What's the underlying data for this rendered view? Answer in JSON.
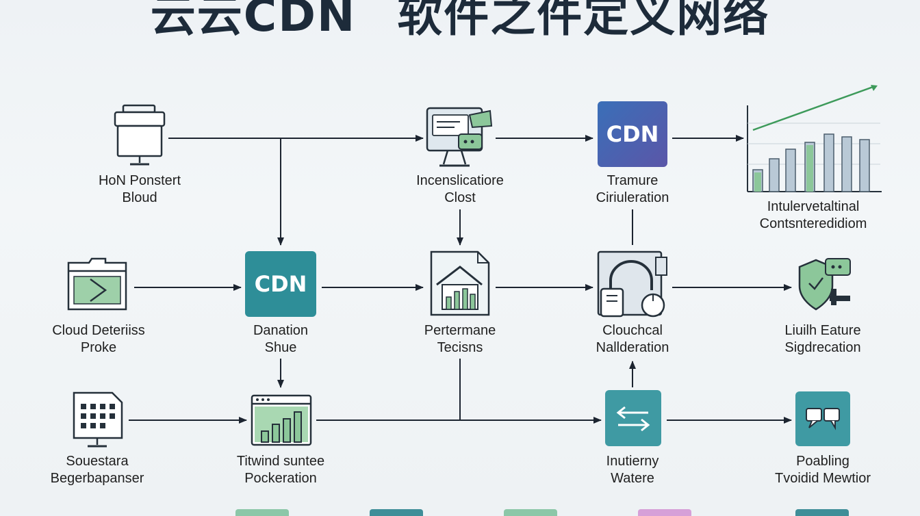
{
  "title": {
    "left": "云云CDN",
    "right": "软件之件定义网络"
  },
  "colors": {
    "arrow": "#1c2430",
    "cdn_teal": "#2e8e98",
    "cdn_violet": "#4b5fb0",
    "teal_tile": "#3f9aa3",
    "green_fill": "#8cc79a",
    "outline": "#25303a"
  },
  "nodes": [
    {
      "id": "n1",
      "icon": "monitor-icon",
      "lines": [
        "HoN Ponstert",
        "Bloud"
      ]
    },
    {
      "id": "n2",
      "icon": "desktop-chat-icon",
      "lines": [
        "Incenslicatiore",
        "Clost"
      ]
    },
    {
      "id": "n3",
      "icon": "cdn-tile-icon",
      "tile_text": "CDN",
      "lines": [
        "Tramure",
        "Ciriuleration"
      ]
    },
    {
      "id": "n4",
      "icon": "bar-chart-icon",
      "lines": [
        "Intulervetaltinal",
        "Contsnteredidiom"
      ]
    },
    {
      "id": "n5",
      "icon": "browser-play-icon",
      "lines": [
        "Cloud Deteriiss",
        "Proke"
      ]
    },
    {
      "id": "n6",
      "icon": "cdn-tile-icon",
      "tile_text": "CDN",
      "lines": [
        "Danation",
        "Shue"
      ]
    },
    {
      "id": "n7",
      "icon": "house-chart-icon",
      "lines": [
        "Pertermane",
        "Tecisns"
      ]
    },
    {
      "id": "n8",
      "icon": "headset-server-icon",
      "lines": [
        "Clouchcal",
        "Nallderation"
      ]
    },
    {
      "id": "n9",
      "icon": "shield-chat-icon",
      "lines": [
        "Liuilh Eature",
        "Sigdrecation"
      ]
    },
    {
      "id": "n10",
      "icon": "grid-monitor-icon",
      "lines": [
        "Souestara",
        "Begerbapanser"
      ]
    },
    {
      "id": "n11",
      "icon": "window-chart-icon",
      "lines": [
        "Titwind suntee",
        "Pockeration"
      ]
    },
    {
      "id": "n12",
      "icon": "transfer-arrows-icon",
      "lines": [
        "Inutierny",
        "Watere"
      ]
    },
    {
      "id": "n13",
      "icon": "chat-tile-icon",
      "lines": [
        "Poabling",
        "Tvoidid Mewtior"
      ]
    }
  ]
}
